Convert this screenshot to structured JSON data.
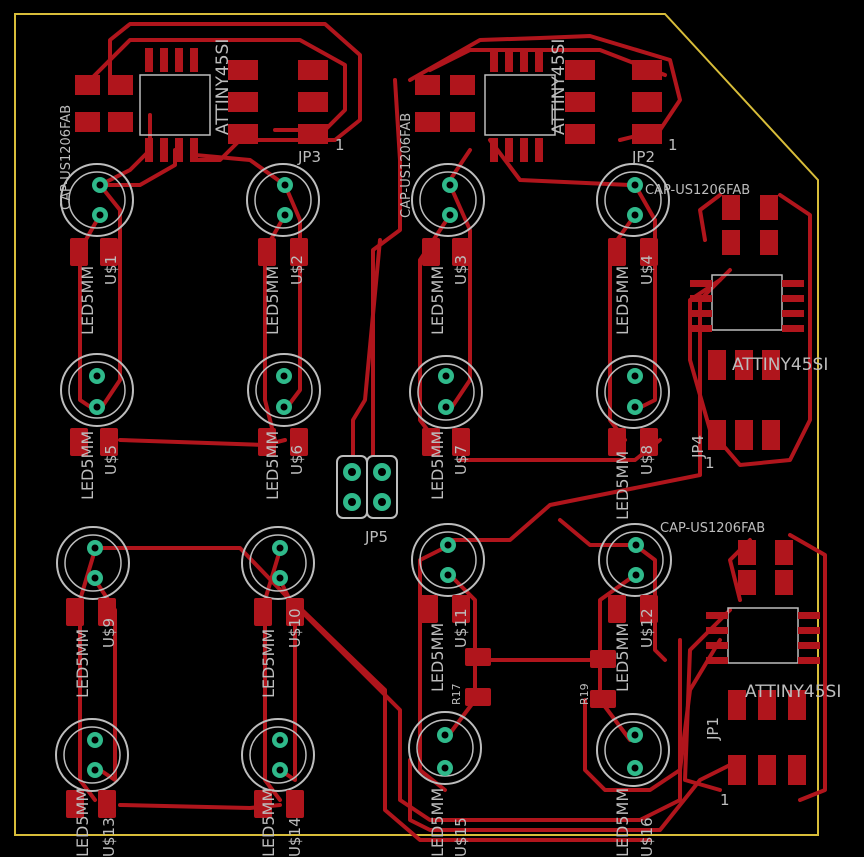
{
  "colors": {
    "background": "#000000",
    "copper": "#b0151c",
    "silkscreen": "#bdbdbd",
    "via_ring": "#2fb98a",
    "board_outline": "#d8bd3a"
  },
  "labels": {
    "attiny_1": "ATTINY45SI",
    "attiny_2": "ATTINY45SI",
    "attiny_3": "ATTINY45SI",
    "attiny_4": "ATTINY45SI",
    "cap_1": "CAP-US1206FAB",
    "cap_2": "CAP-US1206FAB",
    "cap_3": "CAP-US1206FAB",
    "cap_4": "CAP-US1206FAB",
    "jp1": "JP1",
    "jp2": "JP2",
    "jp3": "JP3",
    "jp4": "JP4",
    "jp5": "JP5",
    "r17": "R17",
    "r19": "R19",
    "led": "LED5MM",
    "us_1": "U$1",
    "us_2": "U$2",
    "us_3": "U$3",
    "us_4": "U$4",
    "us_5": "U$5",
    "us_6": "U$6",
    "us_7": "U$7",
    "us_8": "U$8",
    "us_9": "U$9",
    "us_10": "U$10",
    "us_11": "U$11",
    "us_12": "U$12",
    "us_13": "U$13",
    "us_14": "U$14",
    "us_15": "U$15",
    "us_16": "U$16",
    "pin_one": "1"
  }
}
